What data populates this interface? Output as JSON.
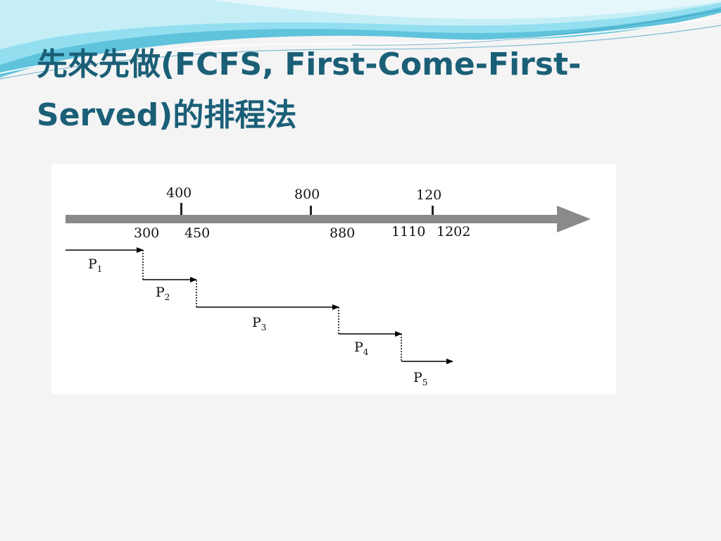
{
  "slide": {
    "title": "先來先做(FCFS, First-Come-First-Served)的排程法",
    "title_color": "#1a5f76"
  },
  "timeline": {
    "top_labels": [
      "400",
      "800",
      "120"
    ],
    "bottom_labels": [
      "300",
      "450",
      "880",
      "1110",
      "1202"
    ],
    "axis_color": "#8a8a8a"
  },
  "processes": [
    {
      "name": "P",
      "sub": "1"
    },
    {
      "name": "P",
      "sub": "2"
    },
    {
      "name": "P",
      "sub": "3"
    },
    {
      "name": "P",
      "sub": "4"
    },
    {
      "name": "P",
      "sub": "5"
    }
  ]
}
